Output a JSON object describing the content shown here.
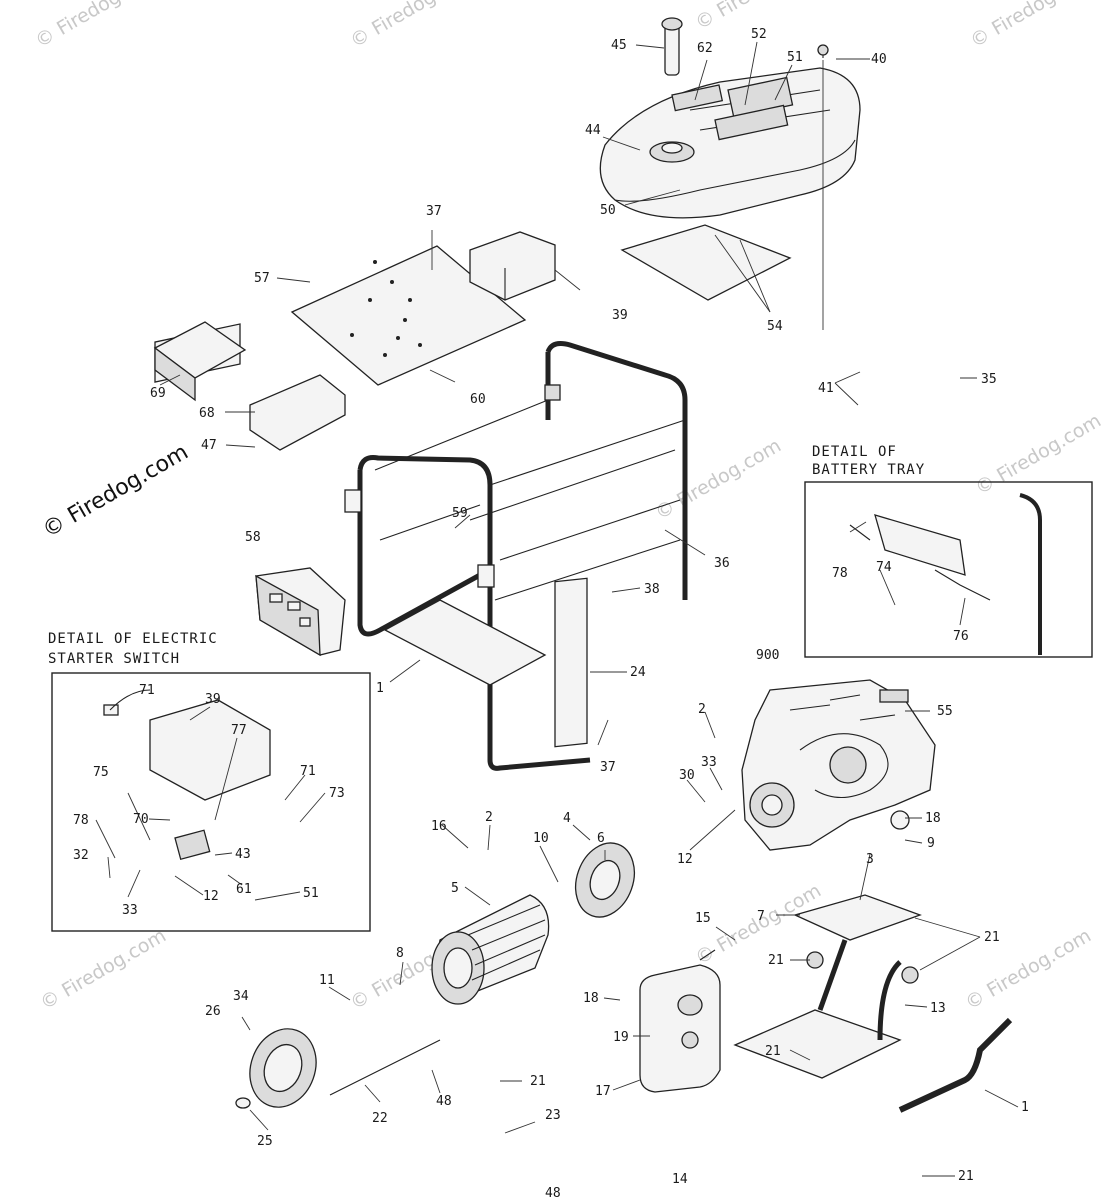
{
  "watermark": {
    "text": "© Firedog.com"
  },
  "details": {
    "battery_tray": {
      "line1": "DETAIL OF",
      "line2": "BATTERY TRAY"
    },
    "starter_switch": {
      "line1": "DETAIL OF ELECTRIC",
      "line2": "STARTER SWITCH"
    }
  },
  "labels": {
    "l1a": "1",
    "l1b": "1",
    "l2a": "2",
    "l2b": "2",
    "l3": "3",
    "l4": "4",
    "l5": "5",
    "l6": "6",
    "l7": "7",
    "l8": "8",
    "l9": "9",
    "l10": "10",
    "l11": "11",
    "l12a": "12",
    "l12b": "12",
    "l13": "13",
    "l14": "14",
    "l15": "15",
    "l16": "16",
    "l17": "17",
    "l18a": "18",
    "l18b": "18",
    "l19": "19",
    "l21a": "21",
    "l21b": "21",
    "l21c": "21",
    "l21d": "21",
    "l21e": "21",
    "l22": "22",
    "l23": "23",
    "l24": "24",
    "l25": "25",
    "l26": "26",
    "l30": "30",
    "l32": "32",
    "l33a": "33",
    "l33b": "33",
    "l34": "34",
    "l35": "35",
    "l36": "36",
    "l37a": "37",
    "l37b": "37",
    "l38": "38",
    "l39a": "39",
    "l39b": "39",
    "l40": "40",
    "l41": "41",
    "l43": "43",
    "l44": "44",
    "l45": "45",
    "l47": "47",
    "l48a": "48",
    "l48b": "48",
    "l50": "50",
    "l51a": "51",
    "l51b": "51",
    "l52": "52",
    "l54": "54",
    "l55": "55",
    "l57": "57",
    "l58": "58",
    "l59": "59",
    "l60": "60",
    "l61": "61",
    "l62": "62",
    "l68": "68",
    "l69": "69",
    "l70": "70",
    "l71a": "71",
    "l71b": "71",
    "l73": "73",
    "l74": "74",
    "l75": "75",
    "l76": "76",
    "l77": "77",
    "l78a": "78",
    "l78b": "78",
    "l900": "900"
  }
}
